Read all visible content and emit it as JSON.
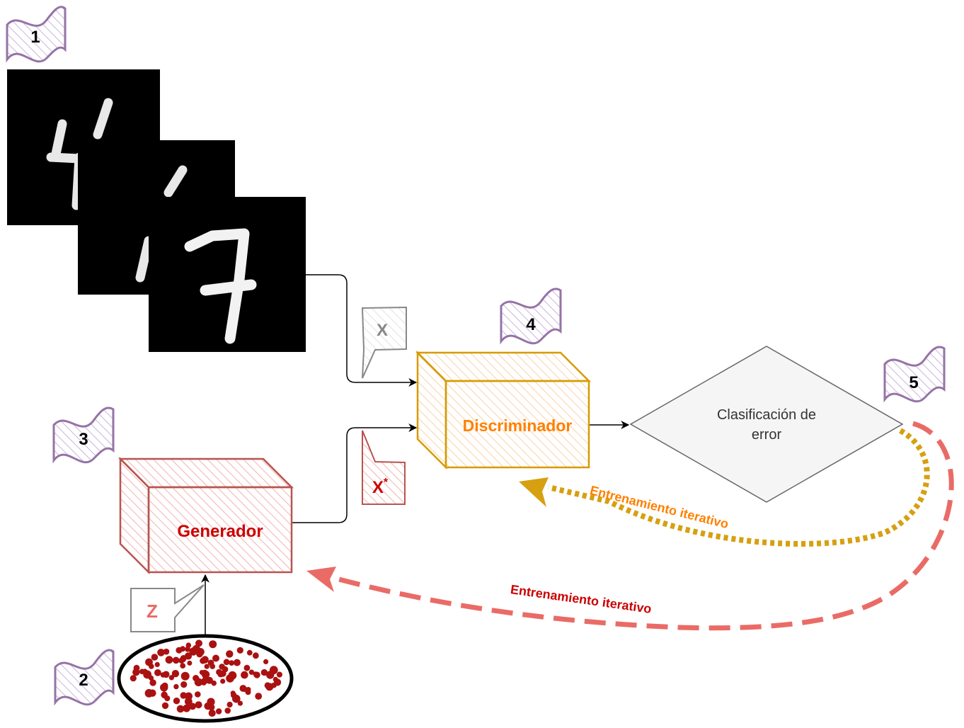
{
  "steps": {
    "s1": "1",
    "s2": "2",
    "s3": "3",
    "s4": "4",
    "s5": "5"
  },
  "nodes": {
    "generator": "Generador",
    "discriminator": "Discriminador",
    "decision": {
      "line1": "Clasificación de",
      "line2": "error"
    }
  },
  "callouts": {
    "x": "X",
    "x_star": "X",
    "x_star_sup": "*",
    "z": "Z"
  },
  "edges": {
    "train_discriminator": "Entrenamiento iterativo",
    "train_generator": "Entrenamiento iterativo"
  },
  "images": {
    "digits": [
      "4",
      "1",
      "7"
    ]
  },
  "colors": {
    "step_flag": "#9673a6",
    "generator_fill": "#f8cecc",
    "generator_stroke": "#b85450",
    "generator_text": "#cc0000",
    "discriminator_fill": "#ffe6cc",
    "discriminator_stroke": "#d79b00",
    "discriminator_text": "#ff8000",
    "decision_fill": "#f5f5f5",
    "decision_stroke": "#666666",
    "train_d_arrow": "#d6a010",
    "train_g_arrow": "#ea6b66",
    "noise_dot": "#aa1111"
  }
}
